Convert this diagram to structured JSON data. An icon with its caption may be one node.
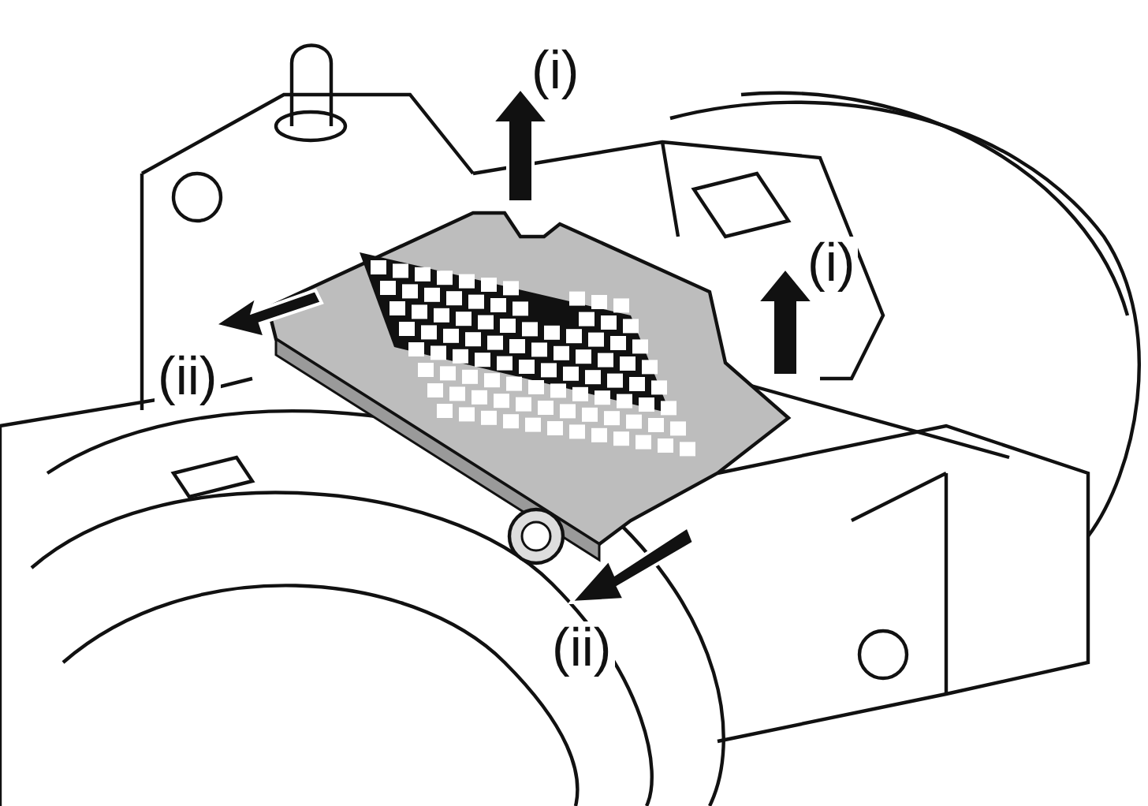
{
  "diagram": {
    "labels": [
      "(i)",
      "(i)",
      "(ii)",
      "(ii)"
    ]
  }
}
